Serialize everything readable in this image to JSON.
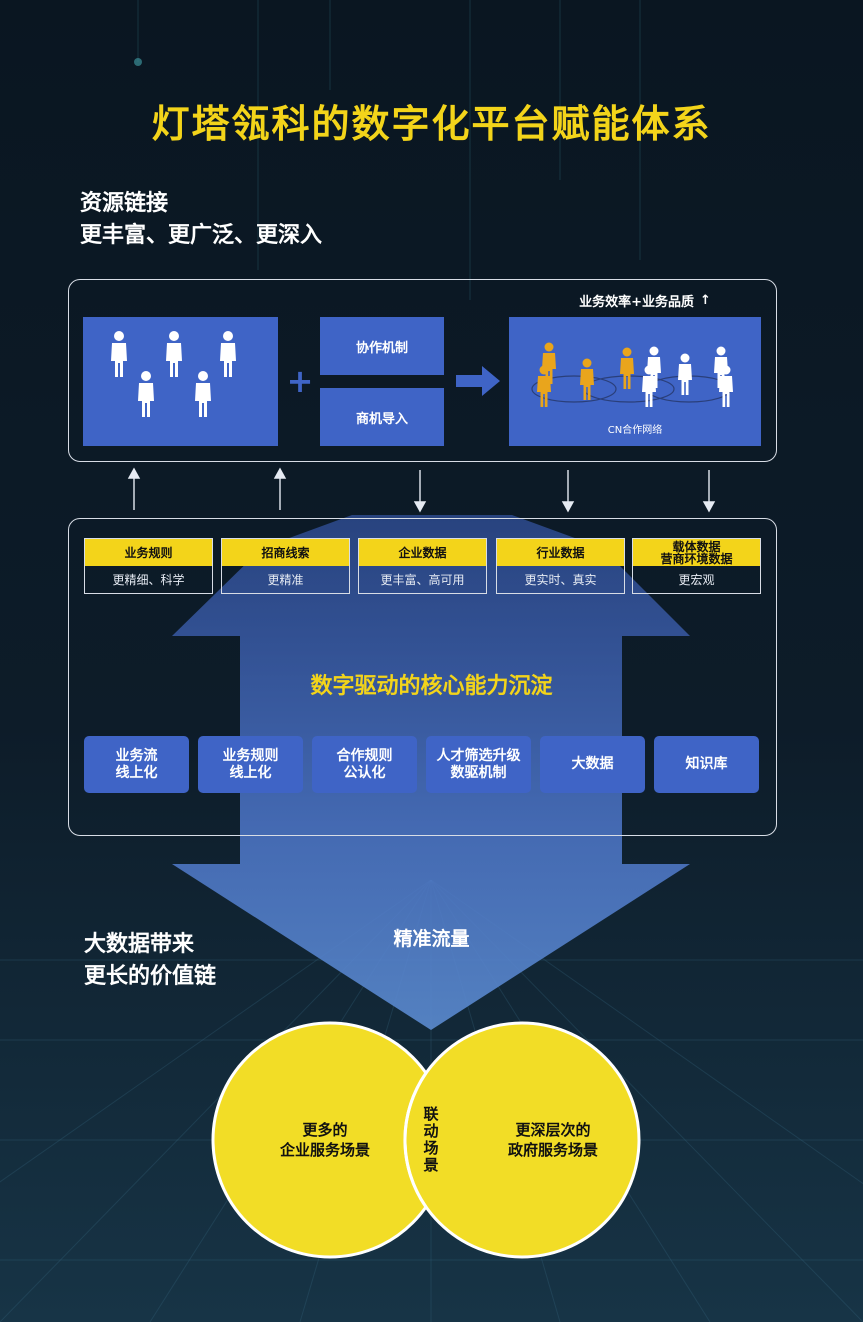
{
  "title": "灯塔瓴科的数字化平台赋能体系",
  "resource": {
    "line1": "资源链接",
    "line2": "更丰富、更广泛、更深入"
  },
  "top": {
    "mechanism1": "协作机制",
    "mechanism2": "商机导入",
    "plus": "+",
    "result_label": "业务效率+业务品质",
    "result_arrow": "↑",
    "network_caption": "CN合作网络"
  },
  "categories": [
    {
      "title": "业务规则",
      "sub": "更精细、科学"
    },
    {
      "title": "招商线索",
      "sub": "更精准"
    },
    {
      "title": "企业数据",
      "sub": "更丰富、高可用"
    },
    {
      "title": "行业数据",
      "sub": "更实时、真实"
    },
    {
      "title": "载体数据\n营商环境数据",
      "sub": "更宏观"
    }
  ],
  "core_title": "数字驱动的核心能力沉淀",
  "capabilities": [
    "业务流\n线上化",
    "业务规则\n线上化",
    "合作规则\n公认化",
    "人才筛选升级\n数驱机制",
    "大数据",
    "知识库"
  ],
  "bigdata": {
    "line1": "大数据带来",
    "line2": "更长的价值链"
  },
  "flow_label": "精准流量",
  "venn": {
    "left": "更多的\n企业服务场景",
    "center": "联\n动\n场\n景",
    "right": "更深层次的\n政府服务场景"
  },
  "colors": {
    "accent_yellow": "#f3d41a",
    "block_blue": "#3f64c6",
    "background": "#0c1a26"
  }
}
